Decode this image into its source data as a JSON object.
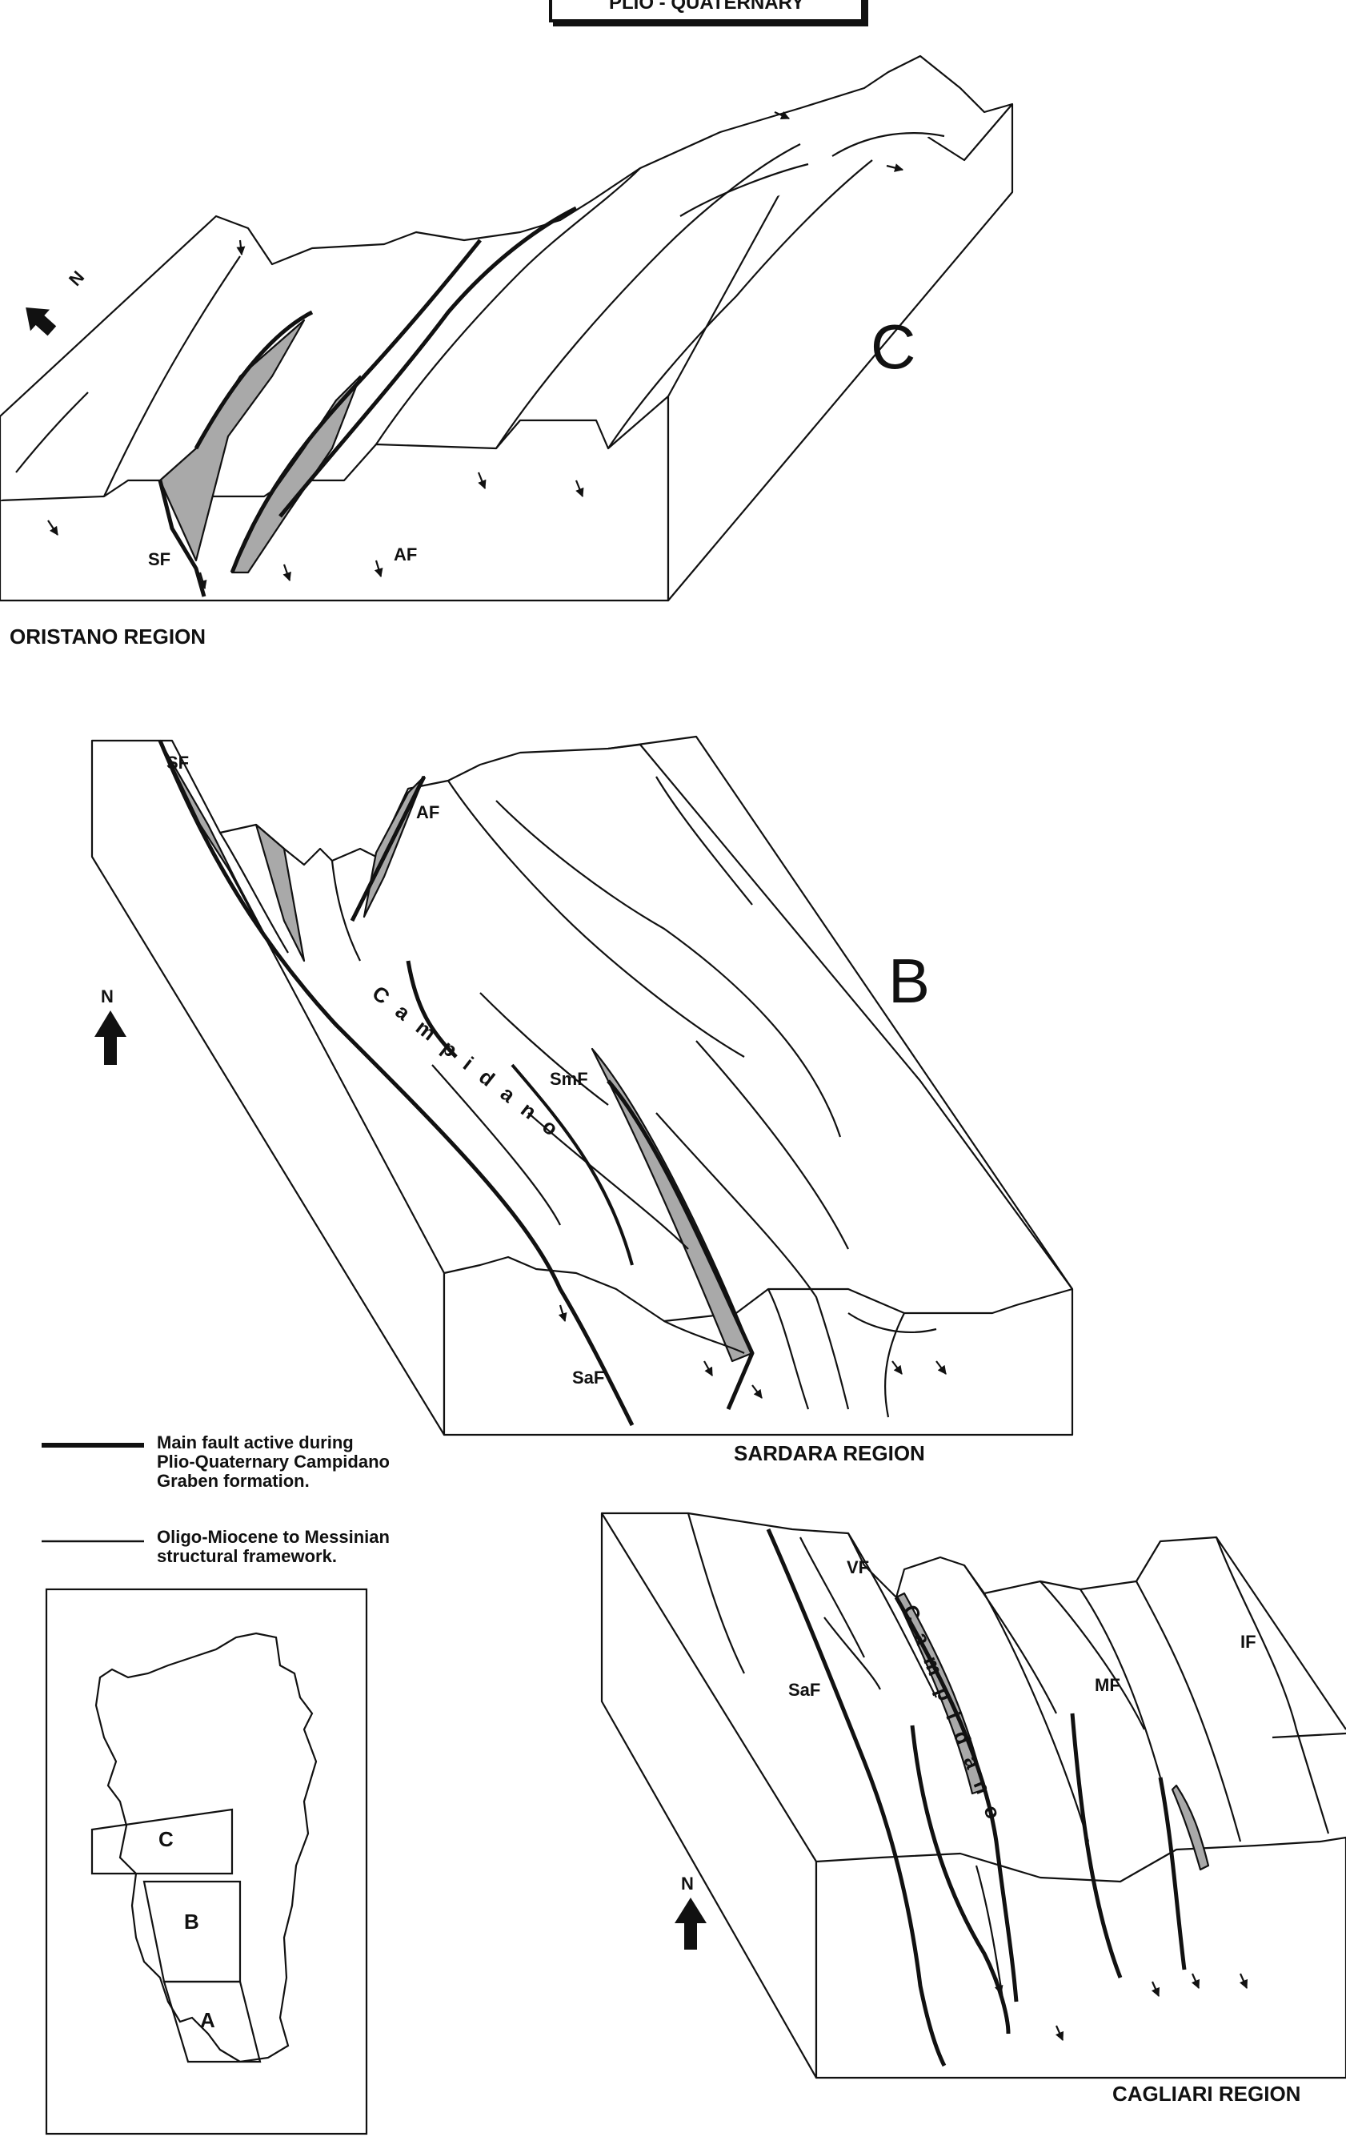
{
  "title": "PLIO - QUATERNARY",
  "blocks": {
    "c": {
      "letter": "C",
      "region": "ORISTANO REGION",
      "faults": [
        "SF",
        "AF"
      ]
    },
    "b": {
      "letter": "B",
      "region": "SARDARA REGION",
      "faults": [
        "SF",
        "AF",
        "SmF",
        "SaF"
      ],
      "basin": "Campidano"
    },
    "a": {
      "region": "CAGLIARI REGION",
      "faults": [
        "VF",
        "SaF",
        "MF",
        "IF"
      ],
      "basin": "Campidano"
    }
  },
  "north_label": "N",
  "legend": {
    "main_fault": "Main fault active during Plio-Quaternary Campidano Graben formation.",
    "main_fault_lines": [
      "Main fault active during",
      "Plio-Quaternary Campidano",
      "Graben formation."
    ],
    "framework": "Oligo-Miocene to Messinian structural framework.",
    "framework_lines": [
      "Oligo-Miocene to Messinian",
      "structural  framework."
    ]
  },
  "location_map": {
    "labels": [
      "C",
      "B",
      "A"
    ]
  },
  "colors": {
    "ink": "#111111",
    "fault_fill": "#a9a9a9",
    "paper": "#ffffff"
  }
}
